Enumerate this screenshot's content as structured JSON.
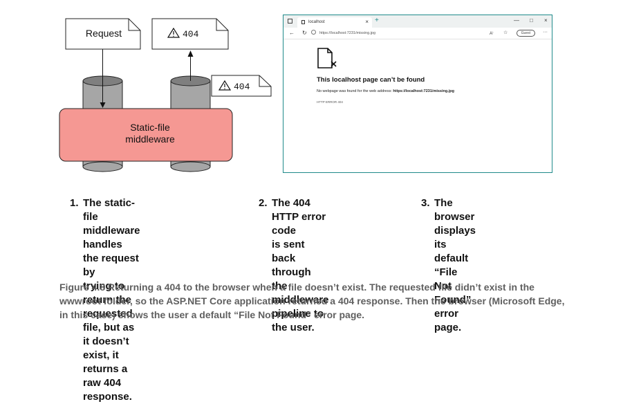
{
  "diagram": {
    "request_label": "Request",
    "response_label": "404",
    "returned_label": "404",
    "middleware_label_line1": "Static-file",
    "middleware_label_line2": "middleware",
    "colors": {
      "middleware_fill": "#f59893",
      "pipe": "#a6a6a6",
      "pipe_top": "#7f7f7f"
    }
  },
  "browser": {
    "tab_title": "localhost",
    "tab_close": "×",
    "tab_new": "+",
    "window_controls": [
      "—",
      "□",
      "×"
    ],
    "url": "https://localhost:7231/missing.jpg",
    "read_aloud": "A⁾",
    "guest_label": "Guest",
    "more_menu": "···",
    "error_title": "This localhost page can’t be found",
    "error_message_prefix": "No webpage was found for the web address: ",
    "error_message_url": "https://localhost:7231/missing.jpg",
    "error_code": "HTTP ERROR 404",
    "accent_color": "#1e8a8a"
  },
  "steps": [
    {
      "number": "1.",
      "lines": [
        "The static-file middleware",
        "handles the request by",
        "trying to return the requested",
        "file, but as it doesn’t exist, it",
        "returns a raw 404 response."
      ]
    },
    {
      "number": "2.",
      "lines": [
        "The 404 HTTP error code",
        "is sent back through the",
        "middleware pipeline to",
        "the user."
      ]
    },
    {
      "number": "3.",
      "lines": [
        "The browser displays its",
        "default “File Not Found”",
        "error page."
      ]
    }
  ],
  "caption": "Figure 4.8   Returning a 404 to the browser when a file doesn’t exist. The requested file didn’t exist in the wwwroot folder, so the ASP.NET Core application returned a 404 response. Then the browser (Microsoft Edge, in this case) shows the user a default “File Not Found” error page."
}
